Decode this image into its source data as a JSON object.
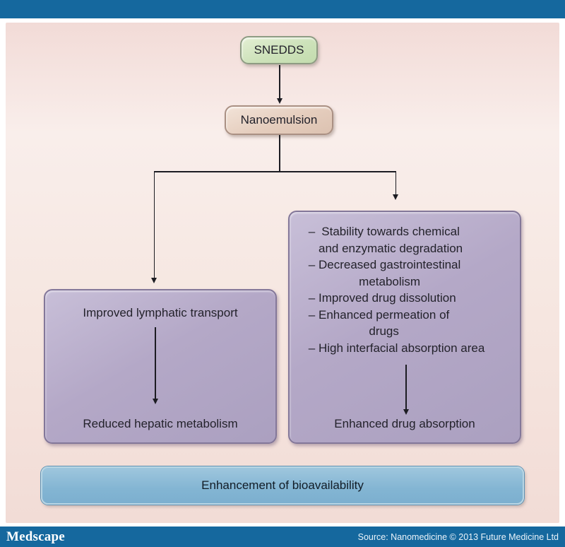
{
  "flowchart": {
    "snedds_label": "SNEDDS",
    "nanoemulsion_label": "Nanoemulsion",
    "left_box": {
      "top_label": "Improved lymphatic transport",
      "bottom_label": "Reduced hepatic metabolism"
    },
    "right_box": {
      "items": [
        {
          "dash": "–",
          "text": "Stability towards chemical\nand enzymatic degradation"
        },
        {
          "dash": "–",
          "text": "Decreased gastrointestinal\nmetabolism"
        },
        {
          "dash": "–",
          "text": "Improved drug dissolution"
        },
        {
          "dash": "–",
          "text": "Enhanced permeation of\ndrugs"
        },
        {
          "dash": "–",
          "text": "High interfacial absorption area"
        }
      ],
      "bottom_label": "Enhanced drug absorption"
    },
    "result_label": "Enhancement of bioavailability"
  },
  "footer": {
    "brand": "Medscape",
    "source": "Source: Nanomedicine © 2013 Future Medicine Ltd"
  },
  "colors": {
    "bar_blue": "#15689e",
    "panel_pink": "#f6e6e0",
    "green_box": "#cde2ba",
    "tan_box": "#e5cdbd",
    "purple_box": "#b2a6c4",
    "result_blue": "#84b6d4",
    "line_black": "#1c1c22"
  }
}
